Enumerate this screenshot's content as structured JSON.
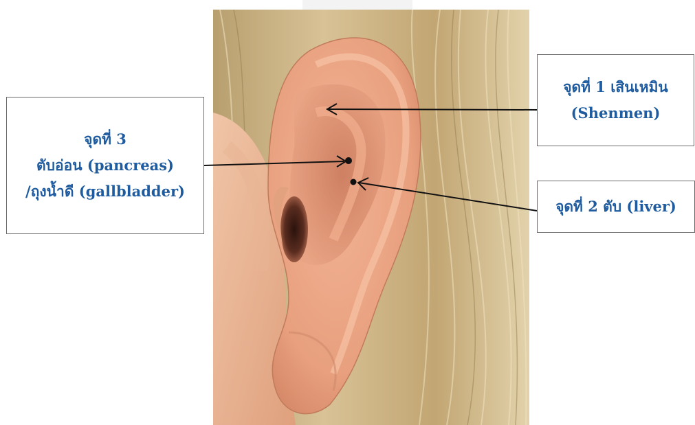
{
  "labels": {
    "point_1": {
      "line1": "จุดที่ 1 เสินเหมิน",
      "line2": "(Shenmen)"
    },
    "point_2": {
      "line1": "จุดที่ 2 ตับ (liver)"
    },
    "point_3": {
      "line1": "จุดที่ 3",
      "line2": "ตับอ่อน (pancreas)",
      "line3": "/ถุงน้ำดี (gallbladder)"
    }
  },
  "colors": {
    "label_text": "#1f5b9f",
    "box_border": "#6a6a6a",
    "arrow": "#111111",
    "skin": "#e7ad8b",
    "hair": "#c9b07c"
  },
  "icons": {
    "subject": "ear-photo",
    "markers": "acupoint-dot",
    "pointers": "arrow"
  }
}
